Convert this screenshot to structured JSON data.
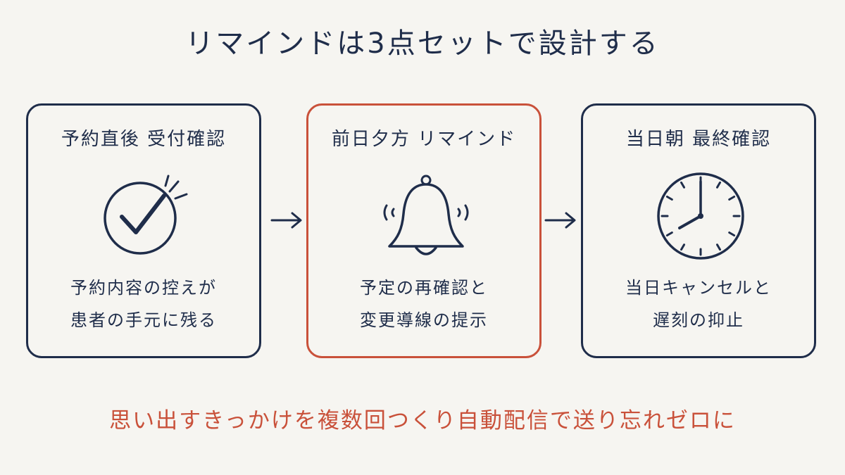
{
  "title": "リマインドは3点セットで設計する",
  "steps": [
    {
      "title": "予約直後 受付確認",
      "icon": "checkmark-circle-icon",
      "desc_line1": "予約内容の控えが",
      "desc_line2": "患者の手元に残る"
    },
    {
      "title": "前日夕方 リマインド",
      "icon": "bell-icon",
      "desc_line1": "予定の再確認と",
      "desc_line2": "変更導線の提示"
    },
    {
      "title": "当日朝 最終確認",
      "icon": "clock-icon",
      "desc_line1": "当日キャンセルと",
      "desc_line2": "遅刻の抑止"
    }
  ],
  "footer": "思い出すきっかけを複数回つくり自動配信で送り忘れゼロに",
  "colors": {
    "navy": "#1f2d4a",
    "accent": "#c9513a",
    "background": "#f6f5f1"
  }
}
